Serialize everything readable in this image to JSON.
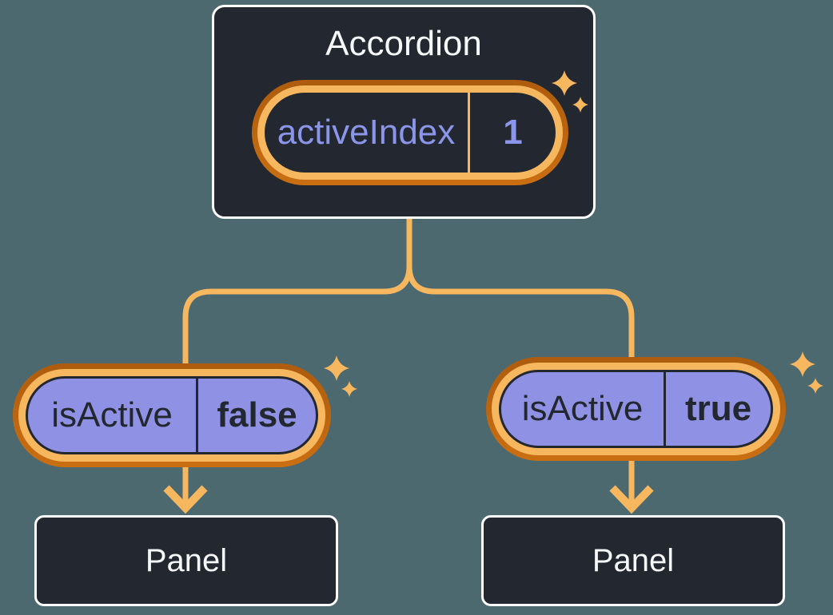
{
  "colors": {
    "page-bg": "#4c6970",
    "node-bg": "#23272f",
    "node-border": "#ffffff",
    "accent": "#f6b75f",
    "accent-dark-top": "#ad5c0d",
    "accent-dark-bottom": "#ca6e12",
    "purple-fill": "#8f92e4",
    "purple-text": "#8b95ea",
    "ink": "#23272f",
    "text-light": "#f5f7f9"
  },
  "icons": {
    "sparkle": "four-point-sparkle",
    "arrow": "arrow-down"
  },
  "tree": {
    "root": {
      "title": "Accordion",
      "pill": {
        "label": "activeIndex",
        "value": "1"
      }
    },
    "children": [
      {
        "pill": {
          "label": "isActive",
          "value": "false"
        },
        "panel_title": "Panel"
      },
      {
        "pill": {
          "label": "isActive",
          "value": "true"
        },
        "panel_title": "Panel"
      }
    ]
  }
}
